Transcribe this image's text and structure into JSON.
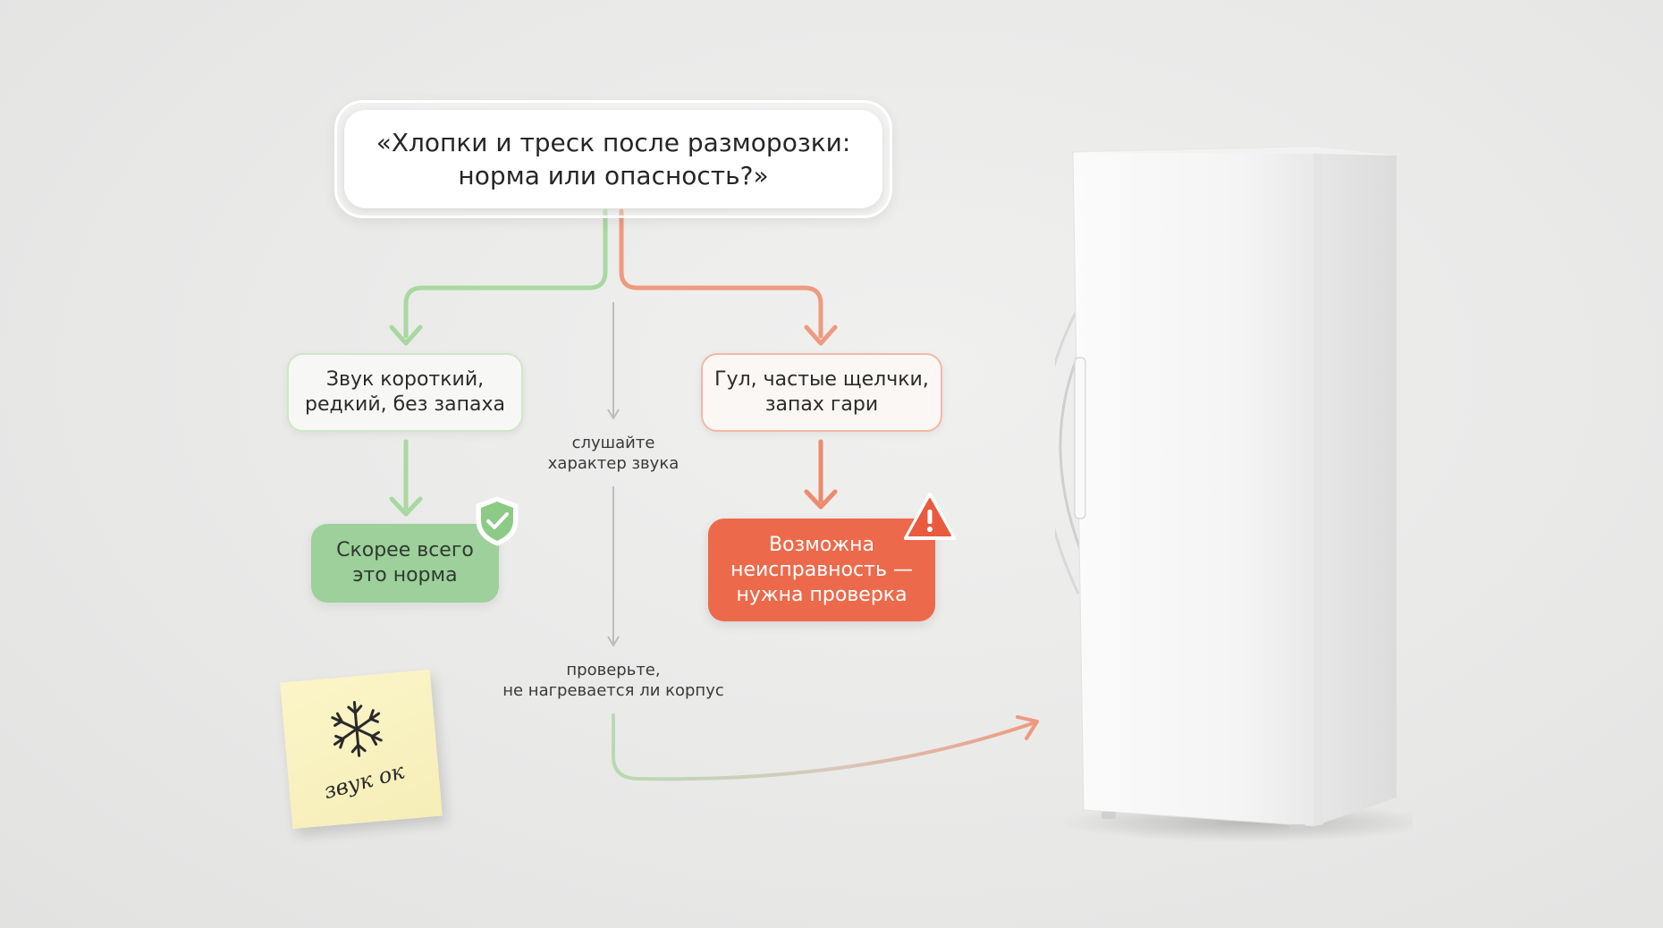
{
  "title": {
    "line1": "«Хлопки и треск после разморозки:",
    "line2": "норма или опасность?»"
  },
  "branches": {
    "normal": {
      "condition_line1": "Звук короткий,",
      "condition_line2": "редкий, без запаха",
      "result_line1": "Скорее всего",
      "result_line2": "это норма",
      "icon": "shield-check-icon"
    },
    "danger": {
      "condition_line1": "Гул, частые щелчки,",
      "condition_line2": "запах гари",
      "result_line1": "Возможна",
      "result_line2": "неисправность —",
      "result_line3": "нужна проверка",
      "icon": "warning-triangle-icon"
    }
  },
  "hints": {
    "listen_line1": "слушайте",
    "listen_line2": "характер звука",
    "check_line1": "проверьте,",
    "check_line2": "не нагревается ли корпус"
  },
  "sticky_note": {
    "icon": "snowflake-icon",
    "text": "звук ок"
  },
  "colors": {
    "green_accent": "#9dd09a",
    "green_arrow": "#a8d8a0",
    "red_accent": "#ec6a4b",
    "red_arrow": "#ee9a80",
    "sticky": "#f8f1c0",
    "background": "#ebebea"
  }
}
